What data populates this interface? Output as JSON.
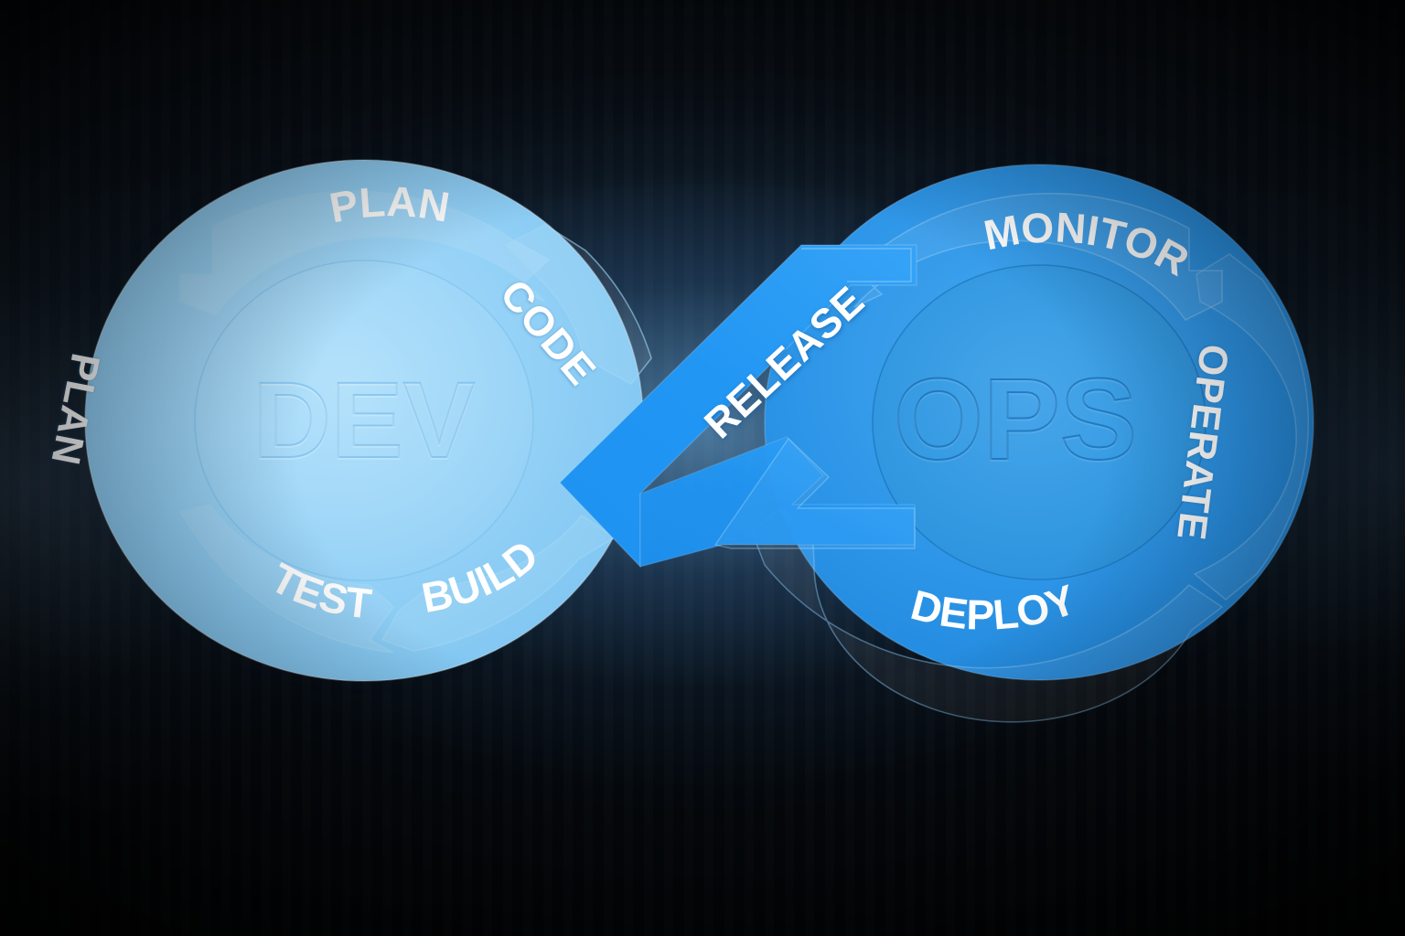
{
  "diagram": {
    "title": "DevOps infinity loop lifecycle",
    "type": "infinity-loop",
    "background_color": "#05090d"
  },
  "dev": {
    "center_label": "DEV",
    "fill_color": "#8BCDF5",
    "stages": [
      {
        "id": "plan-top",
        "label": "PLAN",
        "position": "top"
      },
      {
        "id": "code",
        "label": "CODE",
        "position": "upper-right"
      },
      {
        "id": "build",
        "label": "BUILD",
        "position": "lower-right"
      },
      {
        "id": "test",
        "label": "TEST",
        "position": "bottom"
      },
      {
        "id": "plan-left",
        "label": "PLAN",
        "position": "left"
      }
    ]
  },
  "ops": {
    "center_label": "OPS",
    "fill_color": "#2E96E8",
    "stages": [
      {
        "id": "monitor",
        "label": "MONITOR",
        "position": "top"
      },
      {
        "id": "operate",
        "label": "OPERATE",
        "position": "right"
      },
      {
        "id": "deploy",
        "label": "DEPLOY",
        "position": "bottom"
      }
    ]
  },
  "bridge": {
    "label": "RELEASE",
    "fill_color": "#2196F3",
    "direction": "up-right"
  },
  "colors": {
    "dev_light": "#8BCDF5",
    "dev_inner": "#9AD4F7",
    "ops_mid": "#2E96E8",
    "ops_inner": "#3399E0",
    "release_bright": "#2196F3",
    "label_text": "#FFFFFF",
    "background": "#05090d",
    "glow": "#DFF3FF"
  }
}
